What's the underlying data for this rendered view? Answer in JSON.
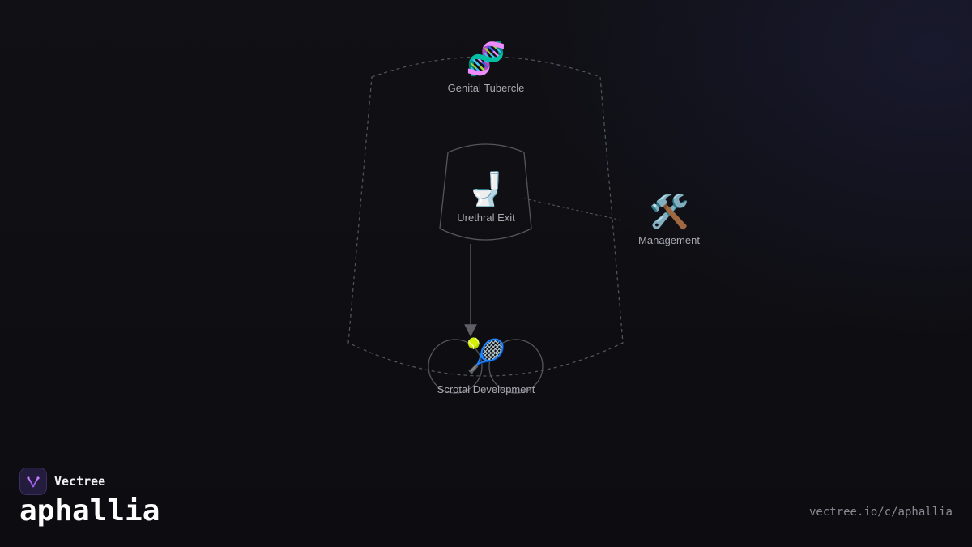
{
  "diagram": {
    "nodes": [
      {
        "id": "genital-tubercle",
        "label": "Genital Tubercle",
        "icon": "dna-icon",
        "glyph": "🧬"
      },
      {
        "id": "urethral-exit",
        "label": "Urethral Exit",
        "icon": "toilet-icon",
        "glyph": "🚽"
      },
      {
        "id": "scrotal-development",
        "label": "Scrotal Development",
        "icon": "tennis-icon",
        "glyph": "🎾"
      },
      {
        "id": "management",
        "label": "Management",
        "icon": "tools-icon",
        "glyph": "🛠️"
      }
    ],
    "edges": [
      {
        "from": "urethral-exit",
        "to": "scrotal-development",
        "style": "solid-arrow"
      },
      {
        "from": "urethral-exit",
        "to": "management",
        "style": "dashed"
      }
    ],
    "colors": {
      "outline": "#4a4a52",
      "dashed": "#5a5a62",
      "label": "#a9a9b2"
    }
  },
  "footer": {
    "brand_name": "Vectree",
    "slug": "aphallia",
    "url": "vectree.io/c/aphallia",
    "logo_icon": "vectree-logo-icon"
  }
}
